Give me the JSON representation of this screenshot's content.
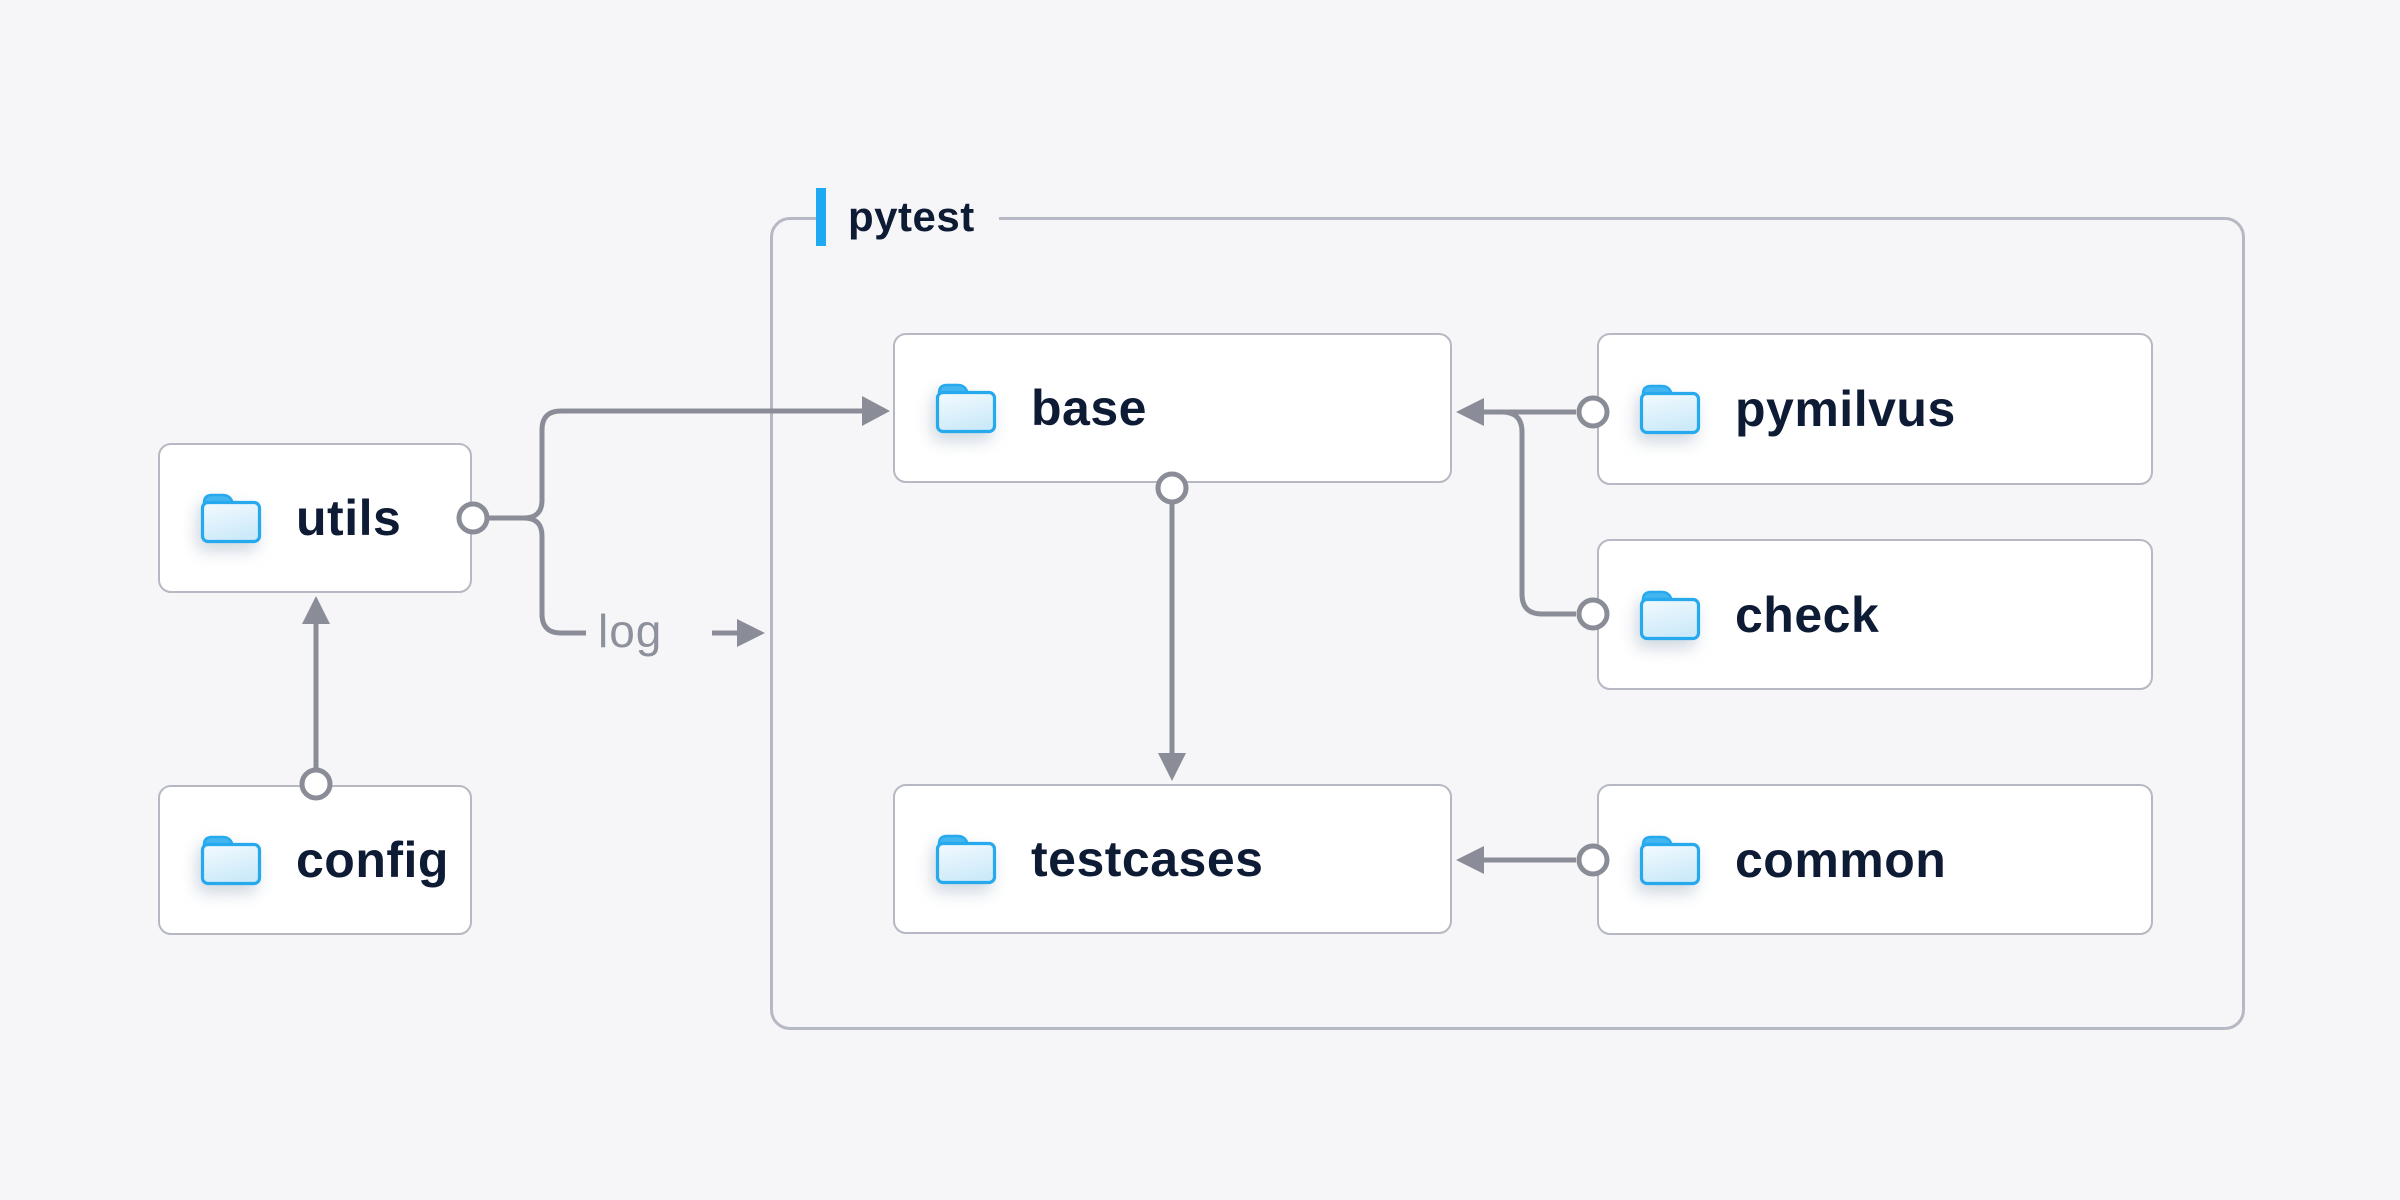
{
  "diagram": {
    "title": "pytest",
    "colors": {
      "background": "#f6f6f8",
      "accent_blue": "#1daaf2",
      "folder_blue": "#27a9ed",
      "line_gray": "#8a8d97",
      "text_navy": "#0e1b34",
      "border_gray": "#b6b9c3"
    },
    "container": {
      "label": "pytest"
    },
    "nodes": {
      "utils": {
        "label": "utils"
      },
      "config": {
        "label": "config"
      },
      "base": {
        "label": "base"
      },
      "testcases": {
        "label": "testcases"
      },
      "pymilvus": {
        "label": "pymilvus"
      },
      "check": {
        "label": "check"
      },
      "common": {
        "label": "common"
      }
    },
    "edges": [
      {
        "from": "utils",
        "to": "base",
        "label": ""
      },
      {
        "from": "utils",
        "to": "pytest",
        "label": "log"
      },
      {
        "from": "config",
        "to": "utils",
        "label": ""
      },
      {
        "from": "base",
        "to": "testcases",
        "label": ""
      },
      {
        "from": "pymilvus",
        "to": "base",
        "label": ""
      },
      {
        "from": "check",
        "to": "base",
        "label": ""
      },
      {
        "from": "common",
        "to": "testcases",
        "label": ""
      }
    ]
  }
}
